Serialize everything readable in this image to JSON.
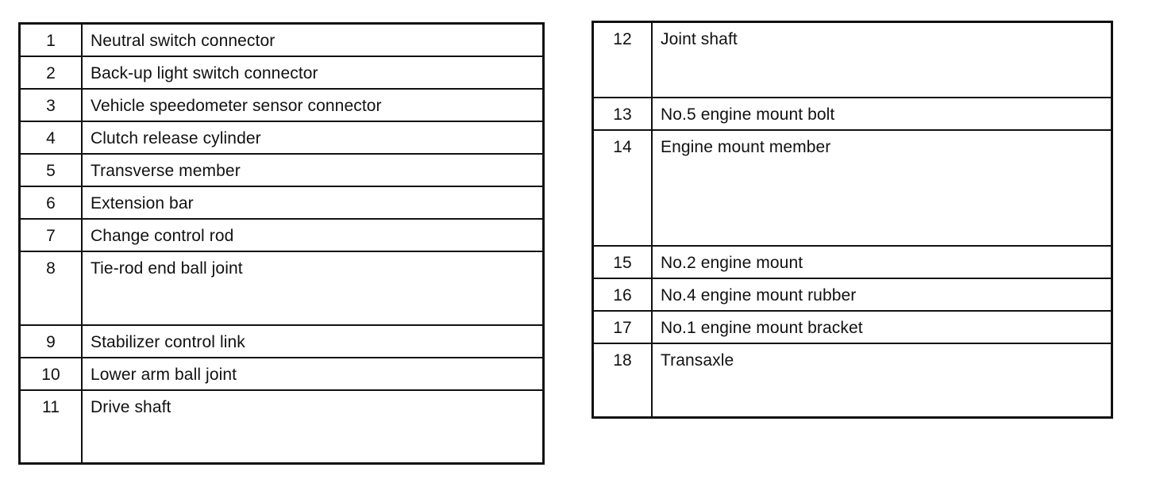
{
  "left_table": {
    "rows": [
      {
        "num": "1",
        "name": "Neutral switch connector"
      },
      {
        "num": "2",
        "name": "Back-up light switch connector"
      },
      {
        "num": "3",
        "name": "Vehicle speedometer sensor connector"
      },
      {
        "num": "4",
        "name": "Clutch release cylinder"
      },
      {
        "num": "5",
        "name": "Transverse member"
      },
      {
        "num": "6",
        "name": "Extension bar"
      },
      {
        "num": "7",
        "name": "Change control rod"
      },
      {
        "num": "8",
        "name": "Tie-rod end ball joint"
      },
      {
        "num": "9",
        "name": "Stabilizer control link"
      },
      {
        "num": "10",
        "name": "Lower arm ball joint"
      },
      {
        "num": "11",
        "name": "Drive shaft"
      }
    ]
  },
  "right_table": {
    "rows": [
      {
        "num": "12",
        "name": "Joint shaft"
      },
      {
        "num": "13",
        "name": "No.5 engine mount bolt"
      },
      {
        "num": "14",
        "name": "Engine mount member"
      },
      {
        "num": "15",
        "name": "No.2 engine mount"
      },
      {
        "num": "16",
        "name": "No.4 engine mount rubber"
      },
      {
        "num": "17",
        "name": "No.1 engine mount bracket"
      },
      {
        "num": "18",
        "name": "Transaxle"
      }
    ]
  }
}
